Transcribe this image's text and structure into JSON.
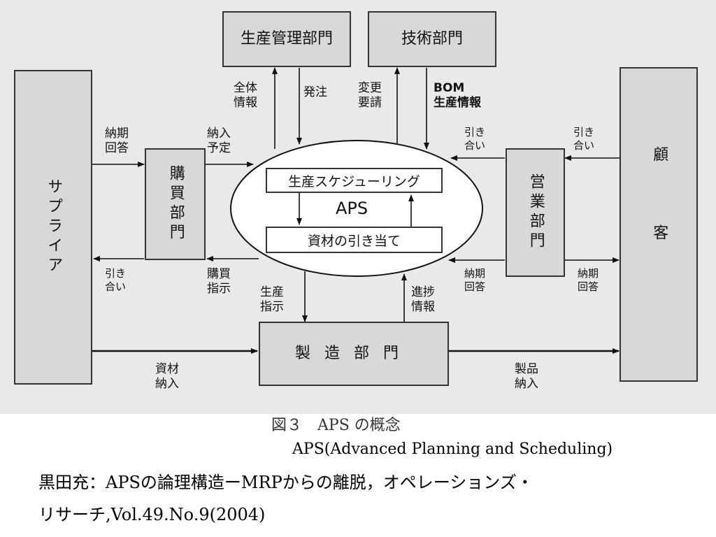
{
  "boxes": {
    "seisan_kanri": "生産管理部門",
    "gijutsu": "技術部門",
    "supplier": "サプライア",
    "kobai": "購買部門",
    "eigyo": "営業部門",
    "kokyaku": "顧客",
    "seizo": "製造部門"
  },
  "aps": {
    "label": "APS",
    "scheduling": "生産スケジューリング",
    "allocation": "資材の引き当て"
  },
  "flows": {
    "zentai_joho": "全体\n情報",
    "hatchu": "発注",
    "henko_yosei": "変更\n要請",
    "bom": "BOM\n生産情報",
    "nouki_kaito_supplier": "納期\n回答",
    "nounyu_yotei": "納入\n予定",
    "hikiai_eigyo": "引き\n合い",
    "hikiai_kokyaku": "引き\n合い",
    "hikiai_supplier": "引き\n合い",
    "kobai_shiji": "購買\n指示",
    "seisan_shiji": "生産\n指示",
    "shinchoku_joho": "進捗\n情報",
    "nouki_kaito_aps": "納期\n回答",
    "nouki_kaito_kokyaku": "納期\n回答",
    "shizai_nounyu": "資材\n納入",
    "seihin_nounyu": "製品\n納入"
  },
  "caption": {
    "figure": "図３　APS の概念",
    "subtitle": "APS(Advanced Planning and Scheduling)"
  },
  "citation": {
    "line1": "黒田充：APSの論理構造ーMRPからの離脱，オペレーションズ・",
    "line2": "リサーチ,Vol.49.No.9(2004)"
  }
}
